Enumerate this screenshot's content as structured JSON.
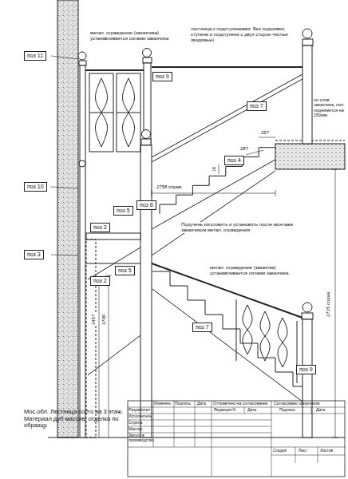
{
  "diagram": {
    "nodes": [
      {
        "text": [
          "поз 11"
        ]
      },
      {
        "text": [
          "поз 9"
        ]
      },
      {
        "text": [
          "поз 7"
        ]
      },
      {
        "text": [
          "поз 4"
        ]
      },
      {
        "text": [
          "поз 10"
        ]
      },
      {
        "text": [
          "поз 5"
        ]
      },
      {
        "text": [
          "поз 8"
        ]
      },
      {
        "text": [
          "поз 2"
        ]
      },
      {
        "text": [
          "поз 3"
        ]
      },
      {
        "text": [
          "поз 5"
        ]
      },
      {
        "text": [
          "поз 2"
        ]
      },
      {
        "text": [
          "поз 7"
        ]
      },
      {
        "text": [
          "поз 9"
        ]
      }
    ],
    "labels": [
      "метал. ограждение (заказчика) устанавливается силами заказчика",
      "лестница с подступенками. Без подшивки, ступени и подступени с двух сторон чистые (видимые)",
      "со слов заказчика, пол поднимется на 150мм.",
      "257",
      "287",
      "16",
      "2758 справ.",
      "Поручень изготовить и установить после монтажа заказчиком метал. ограждения.",
      "3457",
      "3700",
      "метал. ограждение (заказчик) устанавливается силами заказчика.",
      "2715 справ.",
      "Мос.обл. Лестница со2го на 3 этаж. Материал дуб массив, отделка по образцу.",
      "Изменен.",
      "Подпись",
      "Дата",
      "Отправлено на согласование",
      "Согласовано заказчиком",
      "Разработал",
      "Редакция N",
      "Дата",
      "Подпись",
      "Дата",
      "Исполнитель",
      "Отдела",
      "Мастер",
      "Запуск в производство",
      "Стадия",
      "Лист",
      "Листов"
    ]
  }
}
